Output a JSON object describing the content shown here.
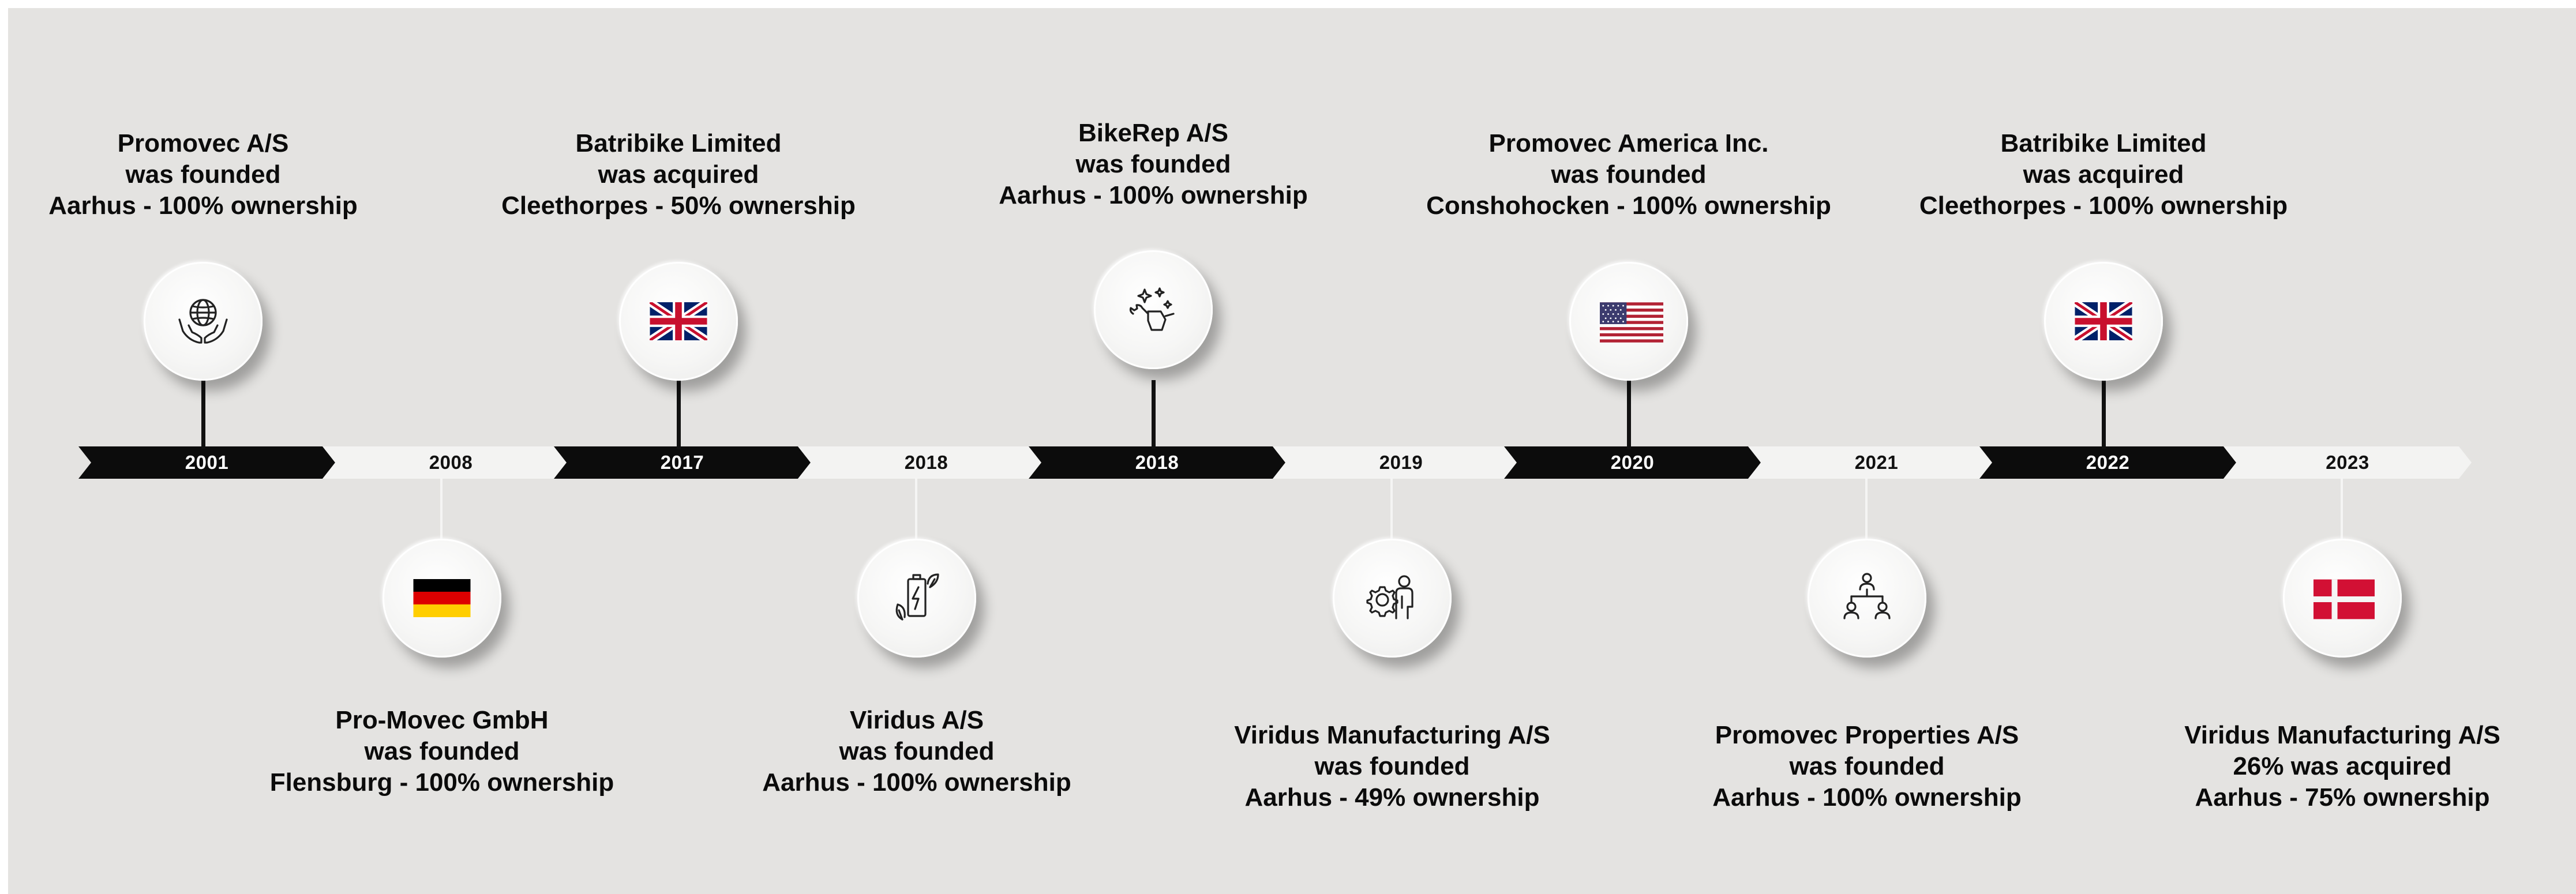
{
  "colors": {
    "background": "#e4e3e1",
    "dark_segment": "#0c0c0c",
    "light_segment": "#f3f3f2",
    "flag_red": "#d21034"
  },
  "timeline": [
    {
      "year": "2001",
      "icon": "globe-in-hands-icon",
      "lines": [
        "Promovec A/S",
        "was founded",
        "Aarhus - 100% ownership"
      ]
    },
    {
      "year": "2008",
      "icon": "germany-flag-icon",
      "lines": [
        "Pro-Movec GmbH",
        "was founded",
        "Flensburg - 100% ownership"
      ]
    },
    {
      "year": "2017",
      "icon": "uk-flag-icon",
      "lines": [
        "Batribike Limited",
        "was acquired",
        "Cleethorpes - 50% ownership"
      ]
    },
    {
      "year": "2018",
      "icon": "battery-leaf-icon",
      "lines": [
        "Viridus A/S",
        "was founded",
        "Aarhus - 100% ownership"
      ]
    },
    {
      "year": "2018",
      "icon": "bike-repair-icon",
      "lines": [
        "BikeRep A/S",
        "was founded",
        "Aarhus - 100% ownership"
      ]
    },
    {
      "year": "2019",
      "icon": "gear-worker-icon",
      "lines": [
        "Viridus Manufacturing A/S",
        "was founded",
        "Aarhus - 49% ownership"
      ]
    },
    {
      "year": "2020",
      "icon": "usa-flag-icon",
      "lines": [
        "Promovec America Inc.",
        "was founded",
        "Conshohocken - 100% ownership"
      ]
    },
    {
      "year": "2021",
      "icon": "org-chart-icon",
      "lines": [
        "Promovec Properties A/S",
        "was founded",
        "Aarhus - 100% ownership"
      ]
    },
    {
      "year": "2022",
      "icon": "uk-flag-icon",
      "lines": [
        "Batribike Limited",
        "was acquired",
        "Cleethorpes - 100% ownership"
      ]
    },
    {
      "year": "2023",
      "icon": "denmark-flag-icon",
      "lines": [
        "Viridus Manufacturing A/S",
        "26% was acquired",
        "Aarhus - 75% ownership"
      ]
    }
  ]
}
